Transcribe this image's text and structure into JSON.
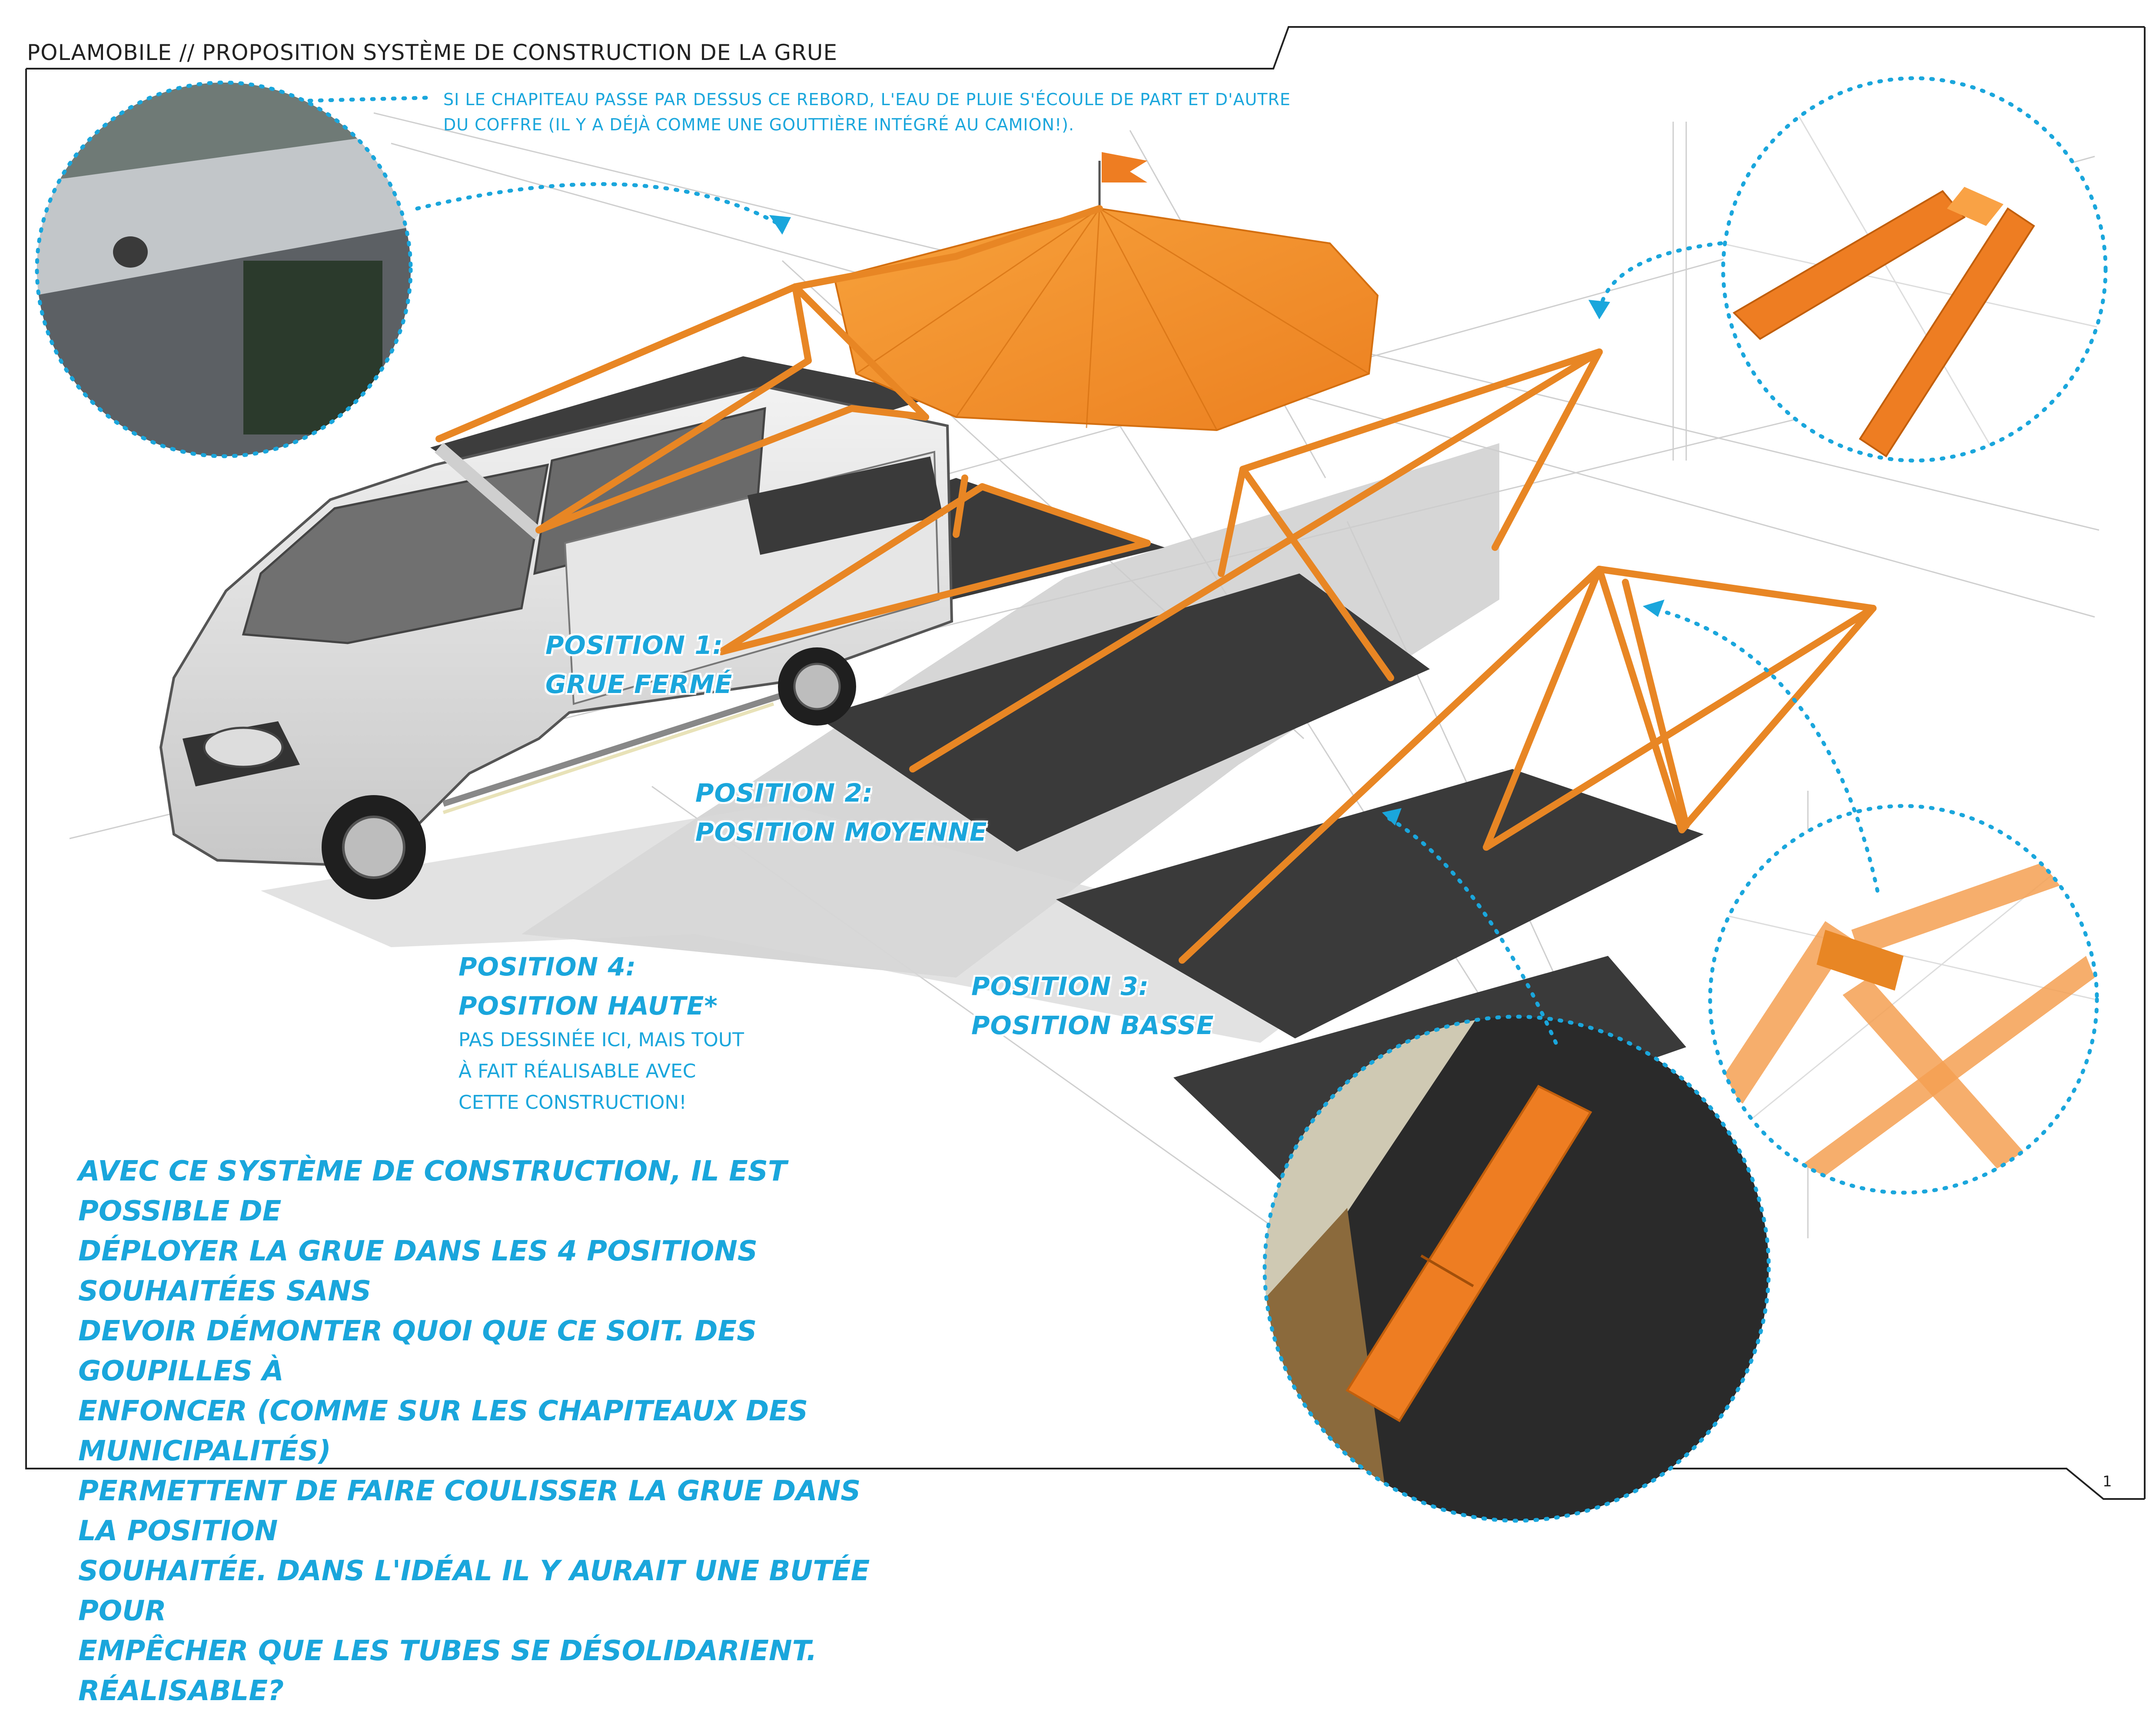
{
  "header": {
    "title": "POLAMOBILE // PROPOSITION SYSTÈME DE CONSTRUCTION DE LA GRUE"
  },
  "callout_top": {
    "line1": "SI LE CHAPITEAU PASSE PAR DESSUS CE REBORD, L'EAU DE PLUIE S'ÉCOULE DE PART ET D'AUTRE",
    "line2": "DU COFFRE (IL Y A DÉJÀ COMME UNE GOUTTIÈRE INTÉGRÉ AU CAMION!)."
  },
  "positions": {
    "p1": {
      "line1": "POSITION 1:",
      "line2": "GRUE FERMÉ"
    },
    "p2": {
      "line1": "POSITION 2:",
      "line2": "POSITION MOYENNE"
    },
    "p3": {
      "line1": "POSITION 3:",
      "line2": "POSITION BASSE"
    },
    "p4": {
      "line1": "POSITION 4:",
      "line2": "POSITION HAUTE*",
      "note1": "PAS DESSINÉE ICI, MAIS TOUT",
      "note2": "À FAIT RÉALISABLE AVEC",
      "note3": "CETTE CONSTRUCTION!"
    }
  },
  "description": {
    "lines": [
      "AVEC CE SYSTÈME DE CONSTRUCTION, IL EST POSSIBLE DE",
      "DÉPLOYER LA GRUE DANS LES 4 POSITIONS SOUHAITÉES SANS",
      "DEVOIR DÉMONTER QUOI QUE CE SOIT. DES GOUPILLES À",
      "ENFONCER (COMME SUR LES CHAPITEAUX DES MUNICIPALITÉS)",
      "PERMETTENT DE FAIRE COULISSER LA GRUE DANS LA POSITION",
      "SOUHAITÉE. DANS L'IDÉAL IL Y AURAIT UNE BUTÉE POUR",
      "EMPÊCHER QUE LES TUBES SE DÉSOLIDARIENT. RÉALISABLE?"
    ]
  },
  "page_number": "1",
  "colors": {
    "accent": "#1aa6dc",
    "orange": "#f08a24",
    "dark": "#3a3a3a",
    "frame": "#222222"
  }
}
